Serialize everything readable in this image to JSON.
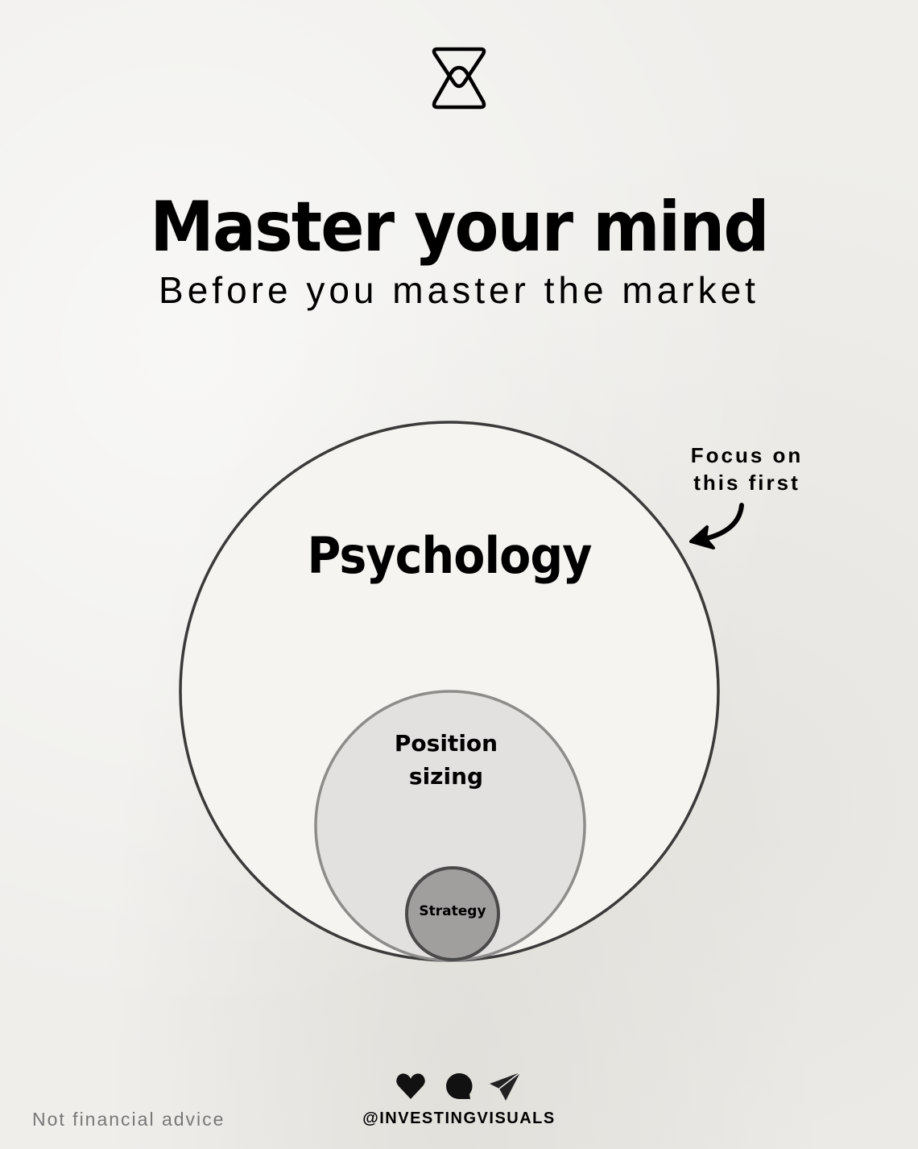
{
  "header": {
    "logo_icon": "hourglass-icon",
    "title": "Master your mind",
    "subtitle": "Before you master the market"
  },
  "diagram": {
    "type": "nested-circles",
    "layers": [
      {
        "label": "Psychology",
        "level": "outer",
        "fill": "#f5f4f1",
        "stroke": "#3a3a3a"
      },
      {
        "label_lines": [
          "Position",
          "sizing"
        ],
        "level": "middle",
        "fill": "#e2e1df",
        "stroke": "#8d8c8a"
      },
      {
        "label": "Strategy",
        "level": "inner",
        "fill": "#a19f9e",
        "stroke": "#4a4a4a"
      }
    ],
    "annotation": {
      "lines": [
        "Focus on",
        "this first"
      ],
      "arrow_icon": "curved-arrow-icon",
      "points_to": "Psychology"
    }
  },
  "footer": {
    "icons": [
      "heart-icon",
      "comment-icon",
      "send-icon"
    ],
    "handle": "@INVESTINGVISUALS",
    "disclaimer": "Not financial advice"
  }
}
